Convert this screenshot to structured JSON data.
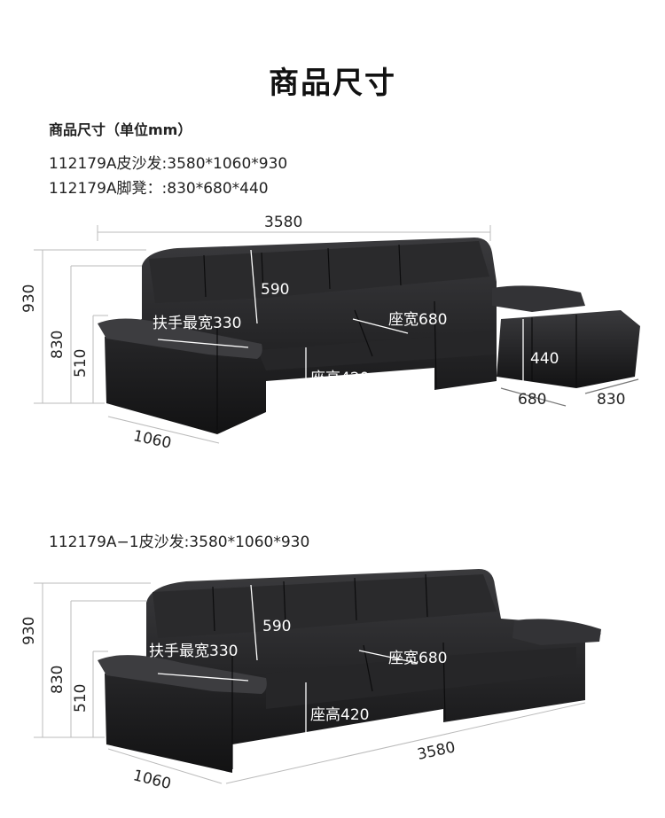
{
  "page_title": "商品尺寸",
  "spec_header": "商品尺寸（单位mm）",
  "spec_lines": [
    "112179A皮沙发:3580*1060*930",
    "112179A脚凳：:830*680*440"
  ],
  "figure1": {
    "width": "3580",
    "heights": [
      "930",
      "830",
      "510"
    ],
    "back": "590",
    "arm": "扶手最宽330",
    "seat_width": "座宽680",
    "seat_height": "座高420",
    "ottoman_height": "440",
    "ottoman_w1": "680",
    "ottoman_w2": "830",
    "depth": "1060"
  },
  "spec2": "112179A−1皮沙发:3580*1060*930",
  "figure2": {
    "heights": [
      "930",
      "830",
      "510"
    ],
    "back": "590",
    "arm": "扶手最宽330",
    "seat_width": "座宽680",
    "seat_height": "座高420",
    "width": "3580",
    "depth": "1060"
  },
  "colors": {
    "leather": "#1c1c1e",
    "leather_highlight": "#3a3a3d",
    "guide_line": "#bbbbbb"
  }
}
